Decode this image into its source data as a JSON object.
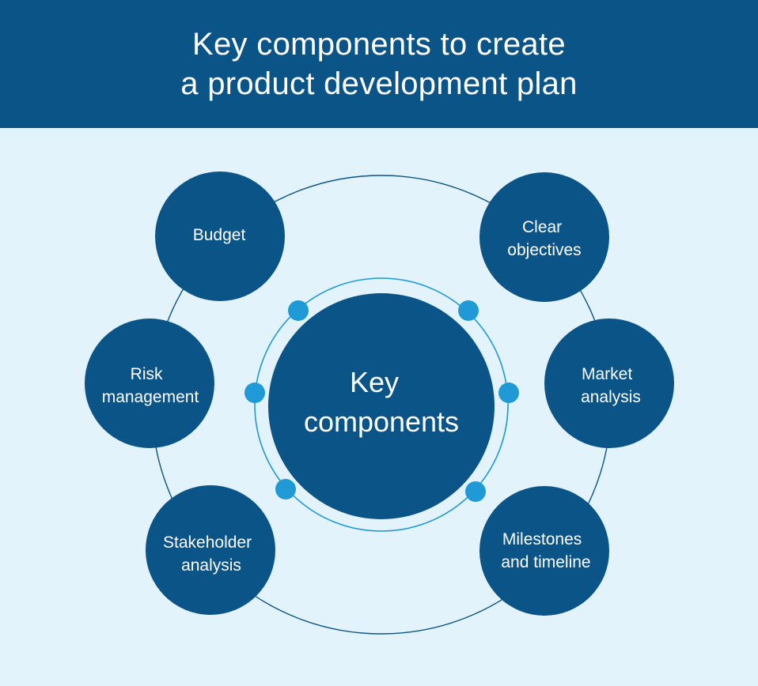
{
  "title": {
    "line1": "Key components to create",
    "line2": "a product development plan"
  },
  "colors": {
    "header_bg": "#0b5488",
    "background": "#e3f3fc",
    "circle_fill": "#0b5488",
    "orbit_line": "#0b5488",
    "inner_ring": "#1f9ad6",
    "dot": "#1f9ad6",
    "text": "#ffffff"
  },
  "center": {
    "lines": [
      "Key",
      "components"
    ]
  },
  "components": [
    {
      "id": "budget",
      "lines": [
        "Budget"
      ]
    },
    {
      "id": "clear-objectives",
      "lines": [
        "Clear",
        "objectives"
      ]
    },
    {
      "id": "market-analysis",
      "lines": [
        "Market",
        "analysis"
      ]
    },
    {
      "id": "milestones-and-timeline",
      "lines": [
        "Milestones",
        "and timeline"
      ]
    },
    {
      "id": "stakeholder-analysis",
      "lines": [
        "Stakeholder",
        "analysis"
      ]
    },
    {
      "id": "risk-management",
      "lines": [
        "Risk",
        "management"
      ]
    }
  ]
}
